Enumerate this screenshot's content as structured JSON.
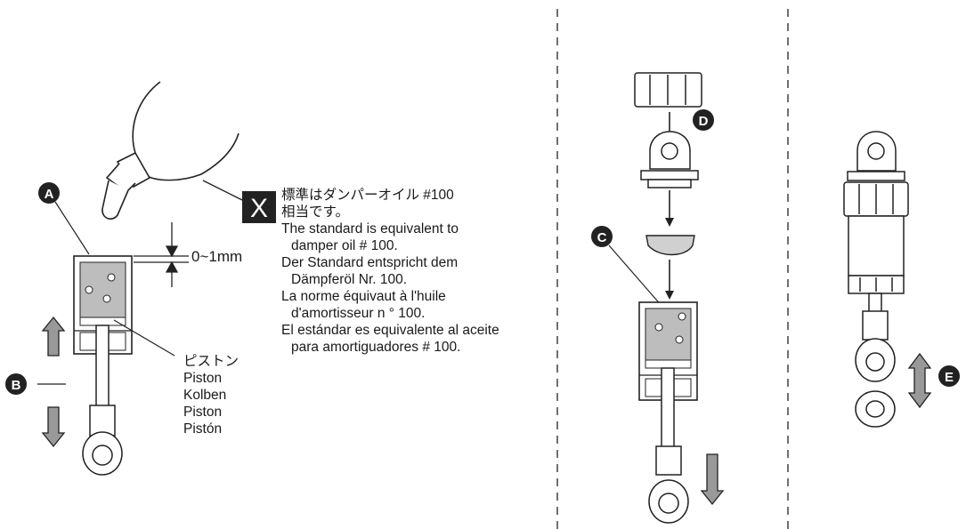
{
  "markers": {
    "a": "A",
    "b": "B",
    "c": "C",
    "d": "D",
    "e": "E",
    "x": "X"
  },
  "gap_label": "0~1mm",
  "piston_labels": [
    "ピストン",
    "Piston",
    "Kolben",
    "Piston",
    "Pistón"
  ],
  "oil_note": [
    {
      "text": "標準はダンパーオイル #100",
      "indent": false
    },
    {
      "text": "相当です。",
      "indent": false
    },
    {
      "text": "The standard is equivalent to",
      "indent": false
    },
    {
      "text": "damper oil # 100.",
      "indent": true
    },
    {
      "text": "Der Standard entspricht dem",
      "indent": false
    },
    {
      "text": "Dämpferöl Nr. 100.",
      "indent": true
    },
    {
      "text": "La norme équivaut à l'huile",
      "indent": false
    },
    {
      "text": "d'amortisseur n ° 100.",
      "indent": true
    },
    {
      "text": "El estándar es equivalente al aceite",
      "indent": false
    },
    {
      "text": "para amortiguadores # 100.",
      "indent": true
    }
  ]
}
